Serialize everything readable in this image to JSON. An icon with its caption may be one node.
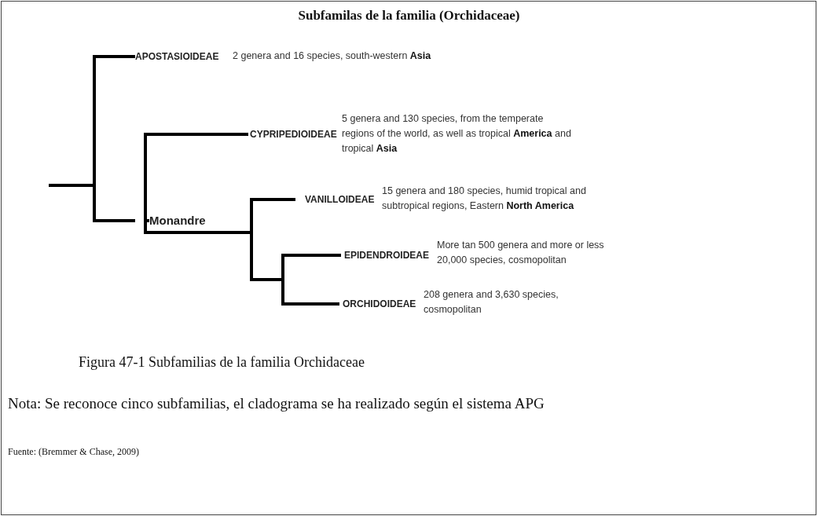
{
  "diagram": {
    "title": "Subfamilas de la familia (Orchidaceae)",
    "caption": "Figura 47-1 Subfamilias de la familia Orchidaceae",
    "nodes": [
      {
        "text": [
          "APOSTASIOIDEAE"
        ],
        "beside": [
          "2 genera and 16 species, south-western **Asia**"
        ]
      },
      {
        "text": [
          "Monandre"
        ]
      },
      {
        "text": [
          "CYPRIPEDIOIDEAE"
        ],
        "beside": [
          "5 genera and 130 species, from the temperate regions of the world, as well as tropical **America** and tropical **Asia**"
        ]
      },
      {
        "text": [
          "VANILLOIDEAE"
        ],
        "beside": [
          "15 genera and 180 species, humid tropical and subtropical regions, Eastern **North America**"
        ]
      },
      {
        "text": [
          "EPIDENDROIDEAE"
        ],
        "beside": [
          "More tan 500 genera and more or less 20,000 species, cosmopolitan"
        ]
      },
      {
        "text": [
          "ORCHIDOIDEAE"
        ],
        "beside": [
          "208 genera and 3,630 species, cosmopolitan"
        ]
      }
    ],
    "edges": [
      {
        "from": null,
        "to": 0,
        "arrow": "none"
      },
      {
        "from": null,
        "to": 1,
        "arrow": "none"
      },
      {
        "from": 1,
        "to": 2,
        "arrow": "none"
      },
      {
        "from": 1,
        "to": 3,
        "arrow": "none"
      },
      {
        "from": 1,
        "to": 4,
        "arrow": "none"
      },
      {
        "from": 1,
        "to": 5,
        "arrow": "none"
      }
    ],
    "labels": [
      "Nota: Se reconoce cinco subfamilias, el cladograma se ha realizado según el sistema APG",
      "Fuente: (Bremmer & Chase, 2009)"
    ]
  }
}
